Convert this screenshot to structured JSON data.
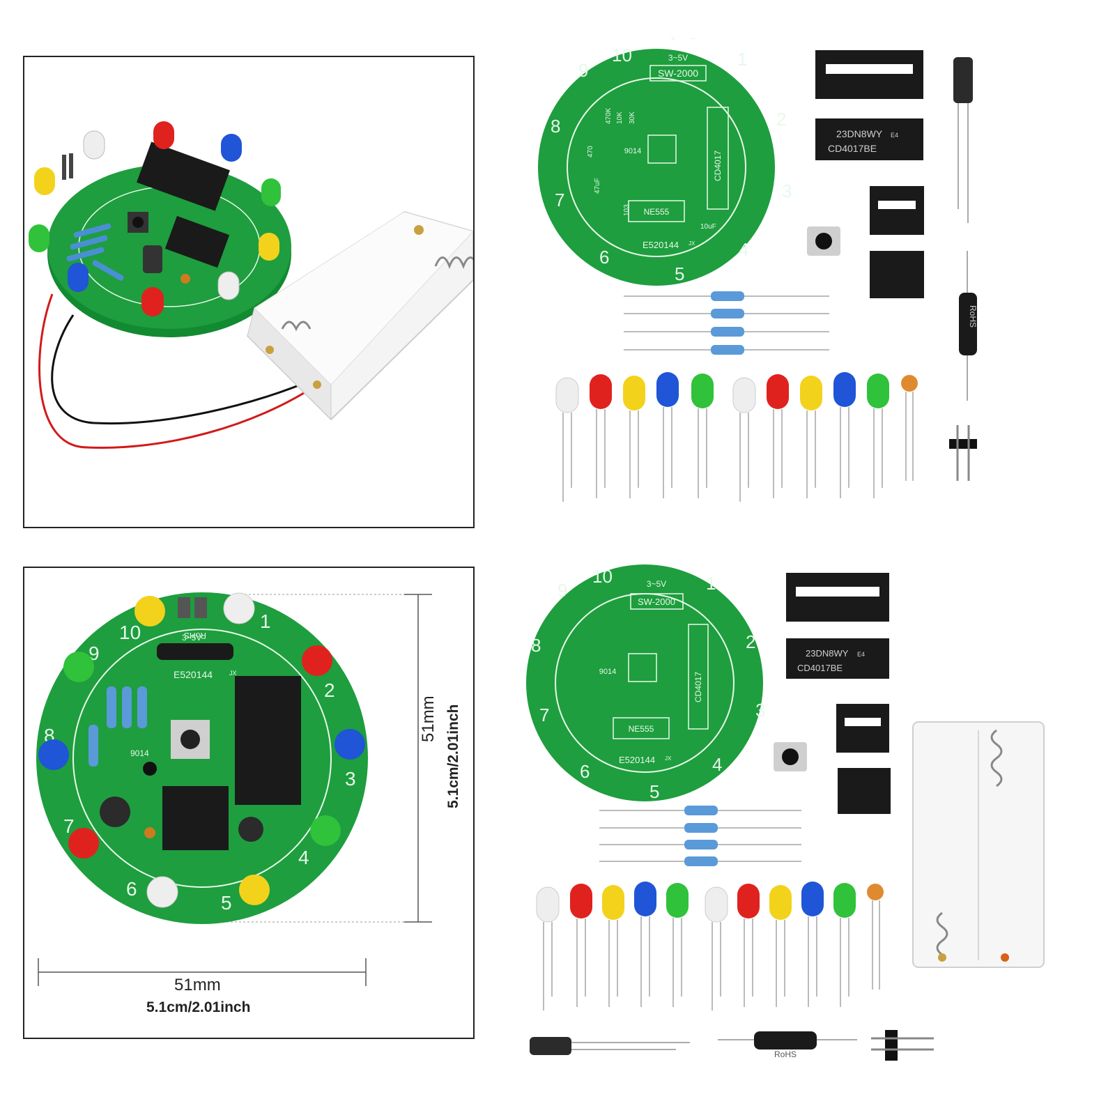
{
  "colors": {
    "pcb": "#1e9e3e",
    "pcb_dark": "#128a32",
    "silk": "#e8f8ea",
    "led_red": "#e0221f",
    "led_yellow": "#f3d21c",
    "led_blue": "#1f55d6",
    "led_green": "#30c23a",
    "led_white": "#eeeeee",
    "ic_body": "#1a1a1a",
    "wire_red": "#d21a1a",
    "wire_black": "#111111"
  },
  "pcb_labels": {
    "numbers": [
      "1",
      "2",
      "3",
      "4",
      "5",
      "6",
      "7",
      "8",
      "9",
      "10"
    ],
    "model": "SW-2000",
    "cert": "E520144",
    "cert_suffix": "JX",
    "counter_ic": "CD4017",
    "timer_ic": "NE555",
    "transistor": "9014",
    "cap_small": "103",
    "cap_10": "10uF",
    "cap_47": "47uF",
    "resistor_1": "470K",
    "resistor_2": "10K",
    "resistor_3": "30K",
    "resistor_4": "470",
    "voltage": "3~5V",
    "plus": "+",
    "minus": "−"
  },
  "chip_marking": {
    "line1": "23DN8WY",
    "line1_suffix": "E4",
    "line2": "CD4017BE"
  },
  "parts": {
    "resistor_text": "RoHS"
  },
  "dimensions": {
    "width_mm": "51mm",
    "width_alt": "5.1cm/2.01inch",
    "height_mm": "51mm",
    "height_alt": "5.1cm/2.01inch"
  }
}
